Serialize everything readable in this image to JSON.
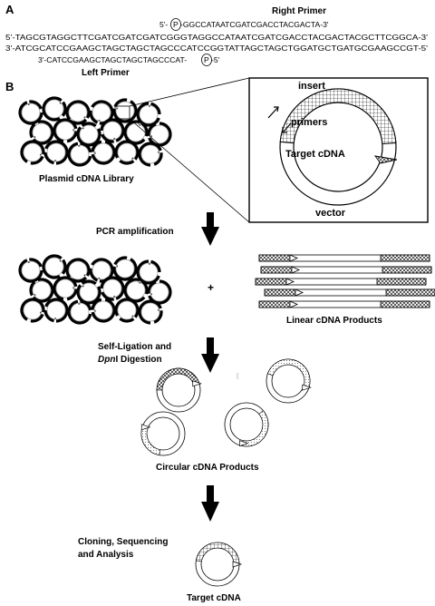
{
  "panel_a": {
    "label": "A",
    "right_primer_title": "Right Primer",
    "right_primer_prefix": "5'-",
    "right_primer_phosphate": "P",
    "right_primer_seq": "-GGCCATAATCGATCGACCTACGACTA-3'",
    "strand_top": "5'-TAGCGTAGGCTTCGATCGATCGATCGGGTAGGCCATAATCGATCGACCTACGACTACGCTTCGGCA-3'",
    "strand_bottom": "3'-ATCGCATCCGAAGCTAGCTAGCTAGCCCATCCGGTATTAGCTAGCTGGATGCTGATGCGAAGCCGT-5'",
    "left_primer_seq": "3'-CATCCGAAGCTAGCTAGCTAGCCCAT-",
    "left_primer_phosphate": "P",
    "left_primer_suffix": "-5'",
    "left_primer_title": "Left Primer"
  },
  "panel_b": {
    "label": "B",
    "library_label": "Plasmid cDNA Library",
    "inset": {
      "insert_label": "insert",
      "primers_label": "primers",
      "target_label": "Target cDNA",
      "vector_label": "vector"
    },
    "step1_label": "PCR amplification",
    "plus_sign": "+",
    "linear_label": "Linear cDNA Products",
    "step2_line1": "Self-Ligation and",
    "step2_line2_italic": "Dpn",
    "step2_line2_rest": "I Digestion",
    "circular_label": "Circular cDNA Products",
    "step3_line1": "Cloning, Sequencing",
    "step3_line2": "and  Analysis",
    "final_label": "Target cDNA"
  },
  "colors": {
    "line": "#000000",
    "background": "#ffffff",
    "light_stroke": "#777777"
  }
}
